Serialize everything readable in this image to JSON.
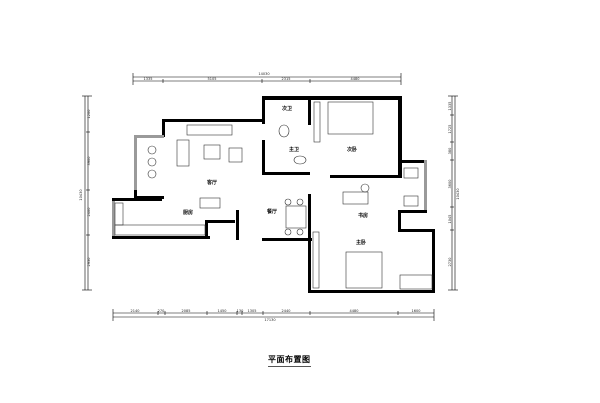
{
  "title": "平面布置图",
  "rooms": {
    "second_bath": "次卫",
    "second_bedroom": "次卧",
    "master_bath": "主卫",
    "living_room": "客厅",
    "kitchen": "厨房",
    "dining_room": "餐厅",
    "study": "书房",
    "master_bedroom": "主卧"
  },
  "dimensions": {
    "top_total": "14030",
    "top": [
      "1335",
      "5105",
      "2315",
      "4480"
    ],
    "bottom_total": "17130",
    "bottom": [
      "2140",
      "270",
      "2085",
      "1450",
      "130",
      "1305",
      "2440",
      "4480",
      "1600"
    ],
    "left_total": "10430",
    "left": [
      "1200",
      "3900",
      "2400",
      "2930"
    ],
    "right_total": "10430",
    "right": [
      "1335",
      "1725",
      "380",
      "3600",
      "1045",
      "2730"
    ]
  }
}
